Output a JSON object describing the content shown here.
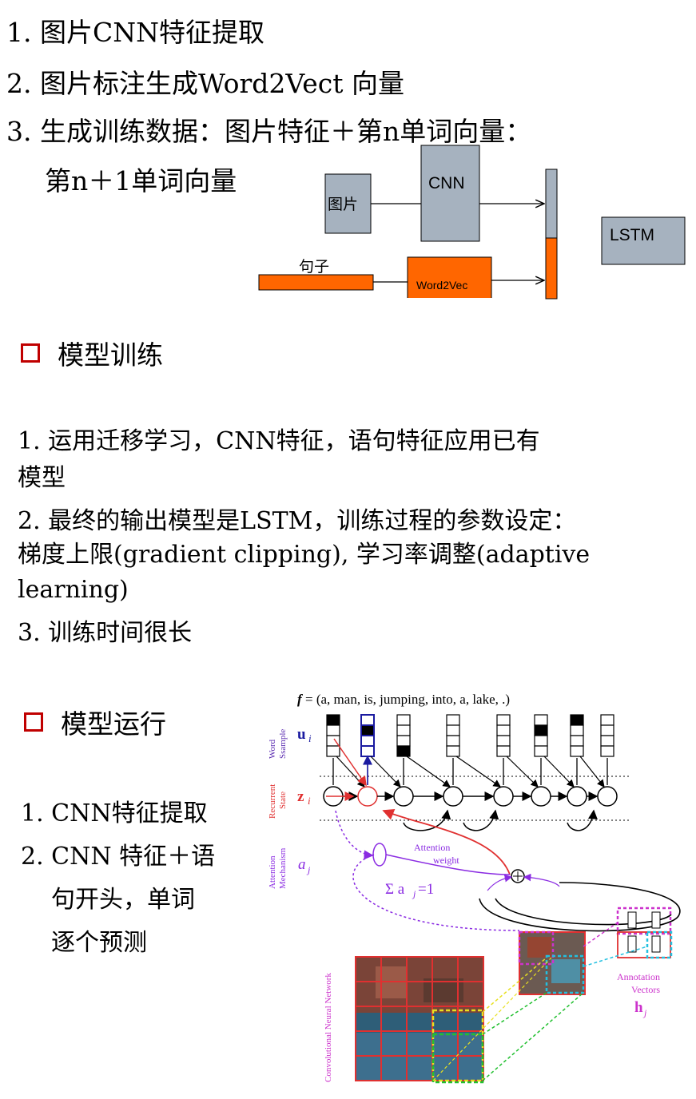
{
  "top_steps": [
    "1. 图片CNN特征提取",
    "2. 图片标注生成Word2Vect 向量",
    "3. 生成训练数据：图片特征＋第n单词向量：",
    "第n＋1单词向量"
  ],
  "pipeline": {
    "image_label": "图片",
    "cnn_label": "CNN",
    "sentence_label": "句子",
    "w2v_label": "Word2Vec",
    "lstm_label": "LSTM",
    "colors": {
      "gray": "#a6b2bf",
      "orange": "#ff6600"
    }
  },
  "training": {
    "heading": "模型训练",
    "items": [
      "1. 运用迁移学习，CNN特征，语句特征应用已有",
      "模型",
      "2. 最终的输出模型是LSTM，训练过程的参数设定：",
      "梯度上限(gradient clipping), 学习率调整(adaptive",
      "learning)",
      "3. 训练时间很长"
    ]
  },
  "running": {
    "heading": "模型运行",
    "items": [
      "1. CNN特征提取",
      "2. CNN 特征＋语",
      "句开头，单词",
      "逐个预测"
    ]
  },
  "attention_diagram": {
    "caption_f": "f",
    "caption_rest": " = (a,  man,  is,  jumping,  into,  a,  lake,  .)",
    "row_word": [
      "Word",
      "Ssample"
    ],
    "u_label": "u",
    "u_sub": "i",
    "row_recurrent": [
      "Recurrent",
      "State"
    ],
    "z_label": "z",
    "z_sub": "i",
    "row_attention": [
      "Attention",
      "Mechanism"
    ],
    "a_label": "a",
    "a_sub": "j",
    "attn_weight": [
      "Attention",
      "weight"
    ],
    "sum_text": "Σ a",
    "sum_sub": "j",
    "sum_eq": "=1",
    "cnn_vertical": "Convolutional Neural Network",
    "annotation": [
      "Annotation",
      "Vectors"
    ],
    "h_label": "h",
    "h_sub": "j",
    "colors": {
      "red": "#e03030",
      "blue": "#1a1aa0",
      "purple": "#8a2be2",
      "magenta": "#cc33cc"
    }
  }
}
